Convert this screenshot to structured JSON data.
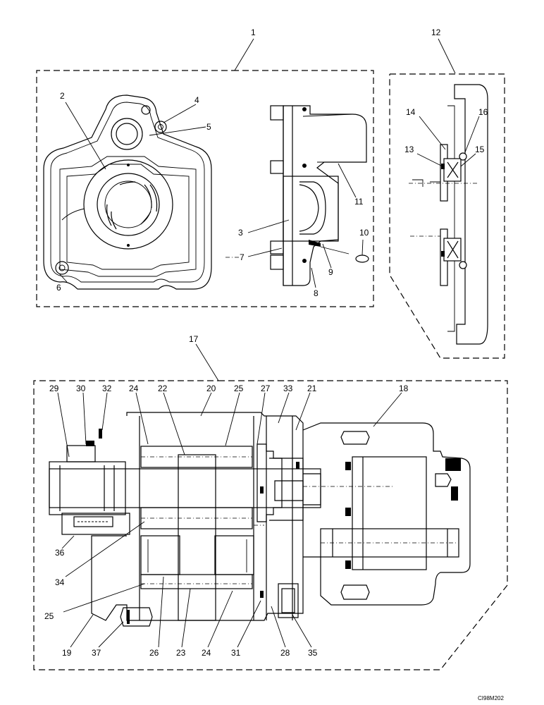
{
  "callouts": [
    "1",
    "2",
    "3",
    "4",
    "5",
    "6",
    "7",
    "8",
    "9",
    "10",
    "11",
    "12",
    "13",
    "14",
    "15",
    "16",
    "17",
    "18",
    "19",
    "20",
    "21",
    "22",
    "23",
    "24",
    "25",
    "26",
    "27",
    "28",
    "29",
    "30",
    "31",
    "32",
    "33",
    "34",
    "35",
    "36",
    "37"
  ],
  "lower_labels": {
    "l24a": "24",
    "l24b": "24",
    "l25a": "25",
    "l25b": "25"
  },
  "reference_code": "CI98M202"
}
